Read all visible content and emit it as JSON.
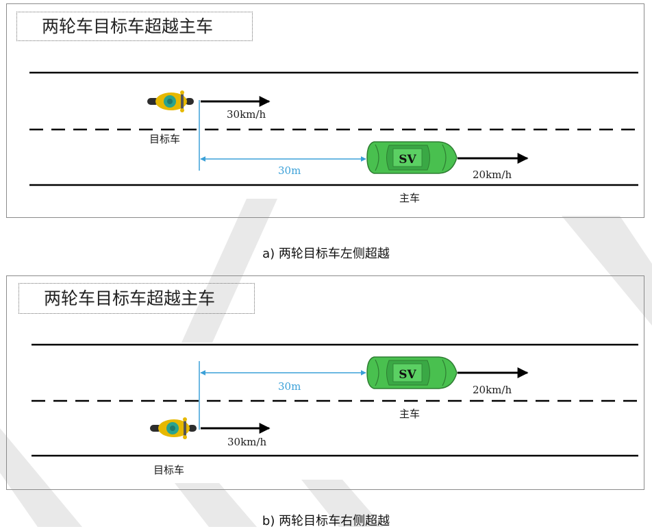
{
  "scenes": [
    {
      "title": "两轮车目标车超越主车",
      "target_label": "目标车",
      "target_speed": "30km/h",
      "distance": "30m",
      "subject_code": "SV",
      "subject_speed": "20km/h",
      "subject_label": "主车",
      "caption": "a) 两轮目标车左侧超越"
    },
    {
      "title": "两轮车目标车超越主车",
      "target_label": "目标车",
      "target_speed": "30km/h",
      "distance": "30m",
      "subject_code": "SV",
      "subject_speed": "20km/h",
      "subject_label": "主车",
      "caption": "b) 两轮目标车右侧超越"
    }
  ],
  "colors": {
    "distance_line": "#3aa0d8",
    "car_body": "#49c04f",
    "motorcycle_tire": "#2d2d2d",
    "rider_jacket": "#e6b800",
    "rider_helmet": "#2aa38e"
  }
}
